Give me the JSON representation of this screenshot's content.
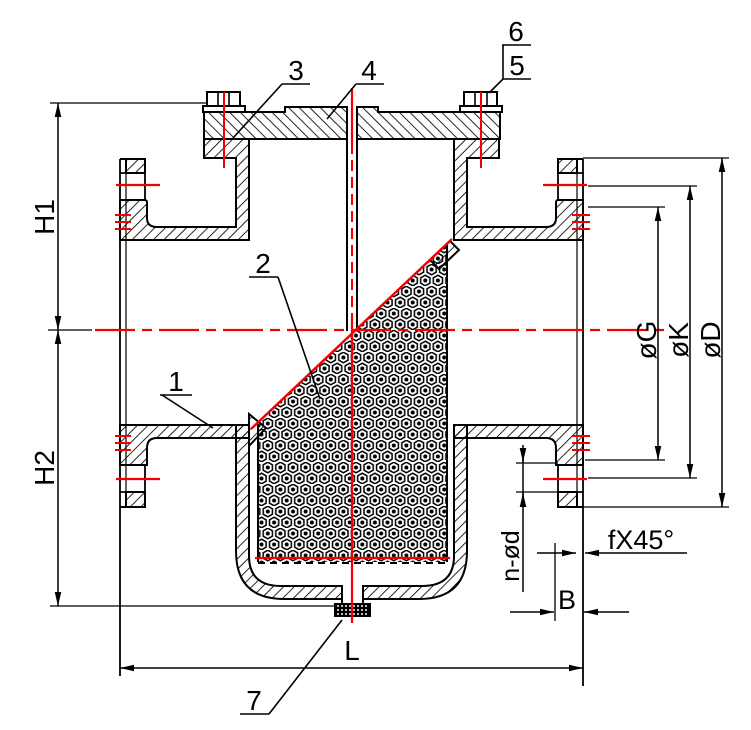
{
  "labels": {
    "h1": "H1",
    "h2": "H2",
    "length": "L",
    "dia_g": "øG",
    "dia_k": "øK",
    "dia_d": "øD",
    "bolt_holes": "n-ød",
    "thickness_b": "B",
    "chamfer": "fX45°"
  },
  "callouts": {
    "c1": "1",
    "c2": "2",
    "c3": "3",
    "c4": "4",
    "c5": "5",
    "c6": "6",
    "c7": "7"
  },
  "colors": {
    "line": "#000000",
    "centerline": "#f40000",
    "background": "#ffffff"
  }
}
